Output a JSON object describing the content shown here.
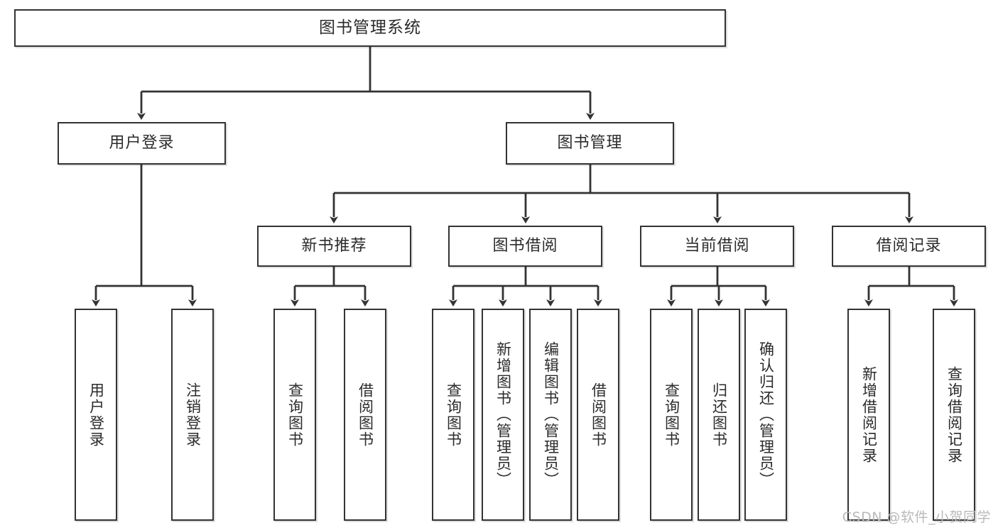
{
  "diagram": {
    "title": "图书管理系统",
    "type": "tree",
    "orientation": "top-down",
    "colors": {
      "stroke": "#333333",
      "background": "#ffffff",
      "text": "#2b2b2b",
      "watermark": "#b9b9b9"
    },
    "watermark": "CSDN @软件_小贺同学",
    "nodes": {
      "root": {
        "label": "图书管理系统",
        "level": 1
      },
      "level2": [
        {
          "id": "user-login",
          "label": "用户登录"
        },
        {
          "id": "book-manage",
          "label": "图书管理"
        }
      ],
      "level3": [
        {
          "id": "new-book-recommend",
          "label": "新书推荐",
          "parent": "book-manage"
        },
        {
          "id": "book-borrow",
          "label": "图书借阅",
          "parent": "book-manage"
        },
        {
          "id": "current-borrow",
          "label": "当前借阅",
          "parent": "book-manage"
        },
        {
          "id": "borrow-record",
          "label": "借阅记录",
          "parent": "book-manage"
        }
      ],
      "leaves": [
        {
          "id": "leaf-user-login",
          "label": "用户登录",
          "parent": "user-login"
        },
        {
          "id": "leaf-user-logout",
          "label": "注销登录",
          "parent": "user-login"
        },
        {
          "id": "leaf-query-book-1",
          "label": "查询图书",
          "parent": "new-book-recommend"
        },
        {
          "id": "leaf-borrow-book-1",
          "label": "借阅图书",
          "parent": "new-book-recommend"
        },
        {
          "id": "leaf-query-book-2",
          "label": "查询图书",
          "parent": "book-borrow"
        },
        {
          "id": "leaf-add-book",
          "label": "新增图书（管理员）",
          "parent": "book-borrow"
        },
        {
          "id": "leaf-edit-book",
          "label": "编辑图书（管理员）",
          "parent": "book-borrow"
        },
        {
          "id": "leaf-borrow-book-2",
          "label": "借阅图书",
          "parent": "book-borrow"
        },
        {
          "id": "leaf-query-book-3",
          "label": "查询图书",
          "parent": "current-borrow"
        },
        {
          "id": "leaf-return-book",
          "label": "归还图书",
          "parent": "current-borrow"
        },
        {
          "id": "leaf-confirm-return",
          "label": "确认归还（管理员）",
          "parent": "current-borrow"
        },
        {
          "id": "leaf-add-record",
          "label": "新增借阅记录",
          "parent": "borrow-record"
        },
        {
          "id": "leaf-query-record",
          "label": "查询借阅记录",
          "parent": "borrow-record"
        }
      ]
    }
  }
}
